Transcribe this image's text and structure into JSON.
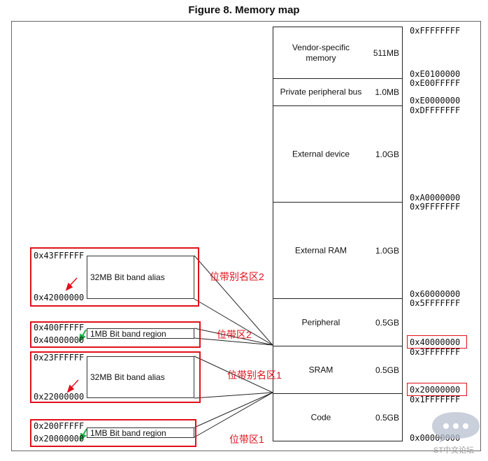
{
  "title": "Figure 8. Memory map",
  "regions": [
    {
      "name": "Vendor-specific memory",
      "size": "511MB"
    },
    {
      "name": "Private peripheral bus",
      "size": "1.0MB"
    },
    {
      "name": "External device",
      "size": "1.0GB"
    },
    {
      "name": "External RAM",
      "size": "1.0GB"
    },
    {
      "name": "Peripheral",
      "size": "0.5GB"
    },
    {
      "name": "SRAM",
      "size": "0.5GB"
    },
    {
      "name": "Code",
      "size": "0.5GB"
    }
  ],
  "addresses": [
    "0xFFFFFFFF",
    "0xE0100000",
    "0xE00FFFFF",
    "0xE0000000",
    "0xDFFFFFFF",
    "0xA0000000",
    "0x9FFFFFFF",
    "0x60000000",
    "0x5FFFFFFF",
    "0x40000000",
    "0x3FFFFFFF",
    "0x20000000",
    "0x1FFFFFFF",
    "0x00000000"
  ],
  "bitband": {
    "peripheral_alias": {
      "top": "0x43FFFFFF",
      "bottom": "0x42000000",
      "label": "32MB  Bit band alias"
    },
    "peripheral_region": {
      "top": "0x400FFFFF",
      "bottom": "0x40000000",
      "label": "1MB    Bit band region"
    },
    "sram_alias": {
      "top": "0x23FFFFFF",
      "bottom": "0x22000000",
      "label": "32MB  Bit band alias"
    },
    "sram_region": {
      "top": "0x200FFFFF",
      "bottom": "0x20000000",
      "label": "1MB    Bit band region"
    }
  },
  "annotations": {
    "alias2": "位带别名区2",
    "region2": "位带区2",
    "alias1": "位带别名区1",
    "region1": "位带区1"
  },
  "colors": {
    "annotation": "#e0101a",
    "arrow_red": "#e0101a",
    "arrow_green": "#22b14c"
  },
  "watermark": {
    "icon": "chat-bubble-icon",
    "text": "ST中文论坛"
  }
}
